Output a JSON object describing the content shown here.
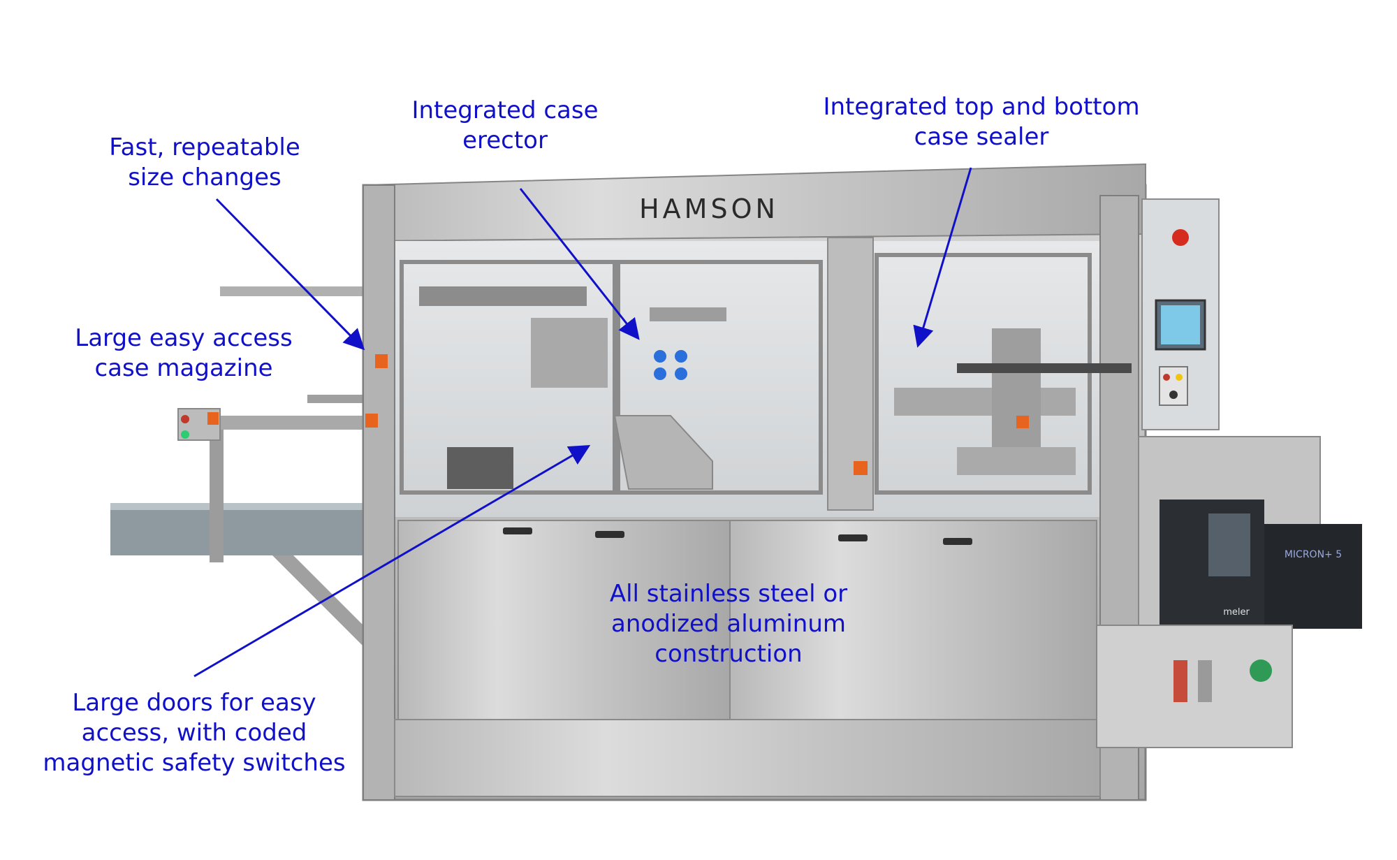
{
  "brand": {
    "logo_text": "HAMSON"
  },
  "glue_unit": {
    "model_text": "MICRON+ 5",
    "maker_text": "meler"
  },
  "callouts": {
    "size_changes": {
      "lines": [
        "Fast, repeatable",
        "size changes"
      ]
    },
    "case_erector": {
      "lines": [
        "Integrated case",
        "erector"
      ]
    },
    "case_sealer": {
      "lines": [
        "Integrated top and bottom",
        "case sealer"
      ]
    },
    "case_magazine": {
      "lines": [
        "Large easy access",
        "case magazine"
      ]
    },
    "construction": {
      "lines": [
        "All stainless steel or",
        "anodized aluminum",
        "construction"
      ]
    },
    "doors": {
      "lines": [
        "Large doors for easy",
        "access, with coded",
        "magnetic safety switches"
      ]
    }
  },
  "colors": {
    "callout_text": "#1010c8",
    "arrow": "#1010c8",
    "stainless": "#c9c9c9",
    "frame": "#9a9a9a",
    "accent_orange": "#e8641e"
  }
}
